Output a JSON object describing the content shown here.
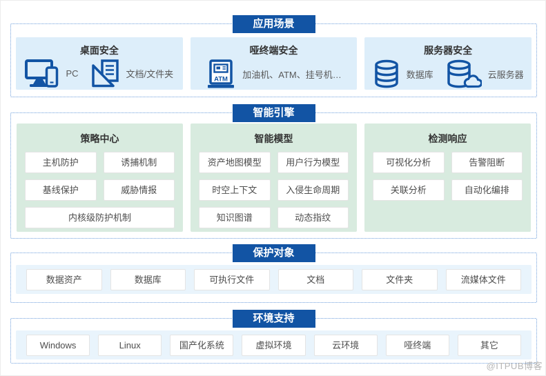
{
  "colors": {
    "banner_blue": "#1254a4",
    "scenario_card_blue": "#ddeefa",
    "engine_panel_green": "#d8ebdf",
    "band_blue": "#e9f4fc",
    "icon_blue": "#1254a4",
    "dashed_border": "#6f9fdc"
  },
  "scenarios": {
    "banner": "应用场景",
    "cards": [
      {
        "title": "桌面安全",
        "items": [
          {
            "icon": "pc-icon",
            "label": "PC"
          },
          {
            "icon": "document-folder-icon",
            "label": "文档/文件夹"
          }
        ]
      },
      {
        "title": "哑终端安全",
        "items": [
          {
            "icon": "atm-icon",
            "label": "加油机、ATM、挂号机…"
          }
        ]
      },
      {
        "title": "服务器安全",
        "items": [
          {
            "icon": "database-icon",
            "label": "数据库"
          },
          {
            "icon": "cloud-server-icon",
            "label": "云服务器"
          }
        ]
      }
    ]
  },
  "engine": {
    "banner": "智能引擎",
    "panels": [
      {
        "title": "策略中心",
        "buttons": [
          "主机防护",
          "诱捕机制",
          "基线保护",
          "威胁情报",
          "内核级防护机制"
        ]
      },
      {
        "title": "智能模型",
        "buttons": [
          "资产地图模型",
          "用户行为模型",
          "时空上下文",
          "入侵生命周期",
          "知识图谱",
          "动态指纹"
        ]
      },
      {
        "title": "检测响应",
        "buttons": [
          "可视化分析",
          "告警阻断",
          "关联分析",
          "自动化编排"
        ]
      }
    ]
  },
  "objects": {
    "banner": "保护对象",
    "items": [
      "数据资产",
      "数据库",
      "可执行文件",
      "文档",
      "文件夹",
      "流媒体文件"
    ]
  },
  "environments": {
    "banner": "环境支持",
    "items": [
      "Windows",
      "Linux",
      "国产化系统",
      "虚拟环境",
      "云环境",
      "哑终端",
      "其它"
    ]
  },
  "watermark": "@ITPUB博客"
}
